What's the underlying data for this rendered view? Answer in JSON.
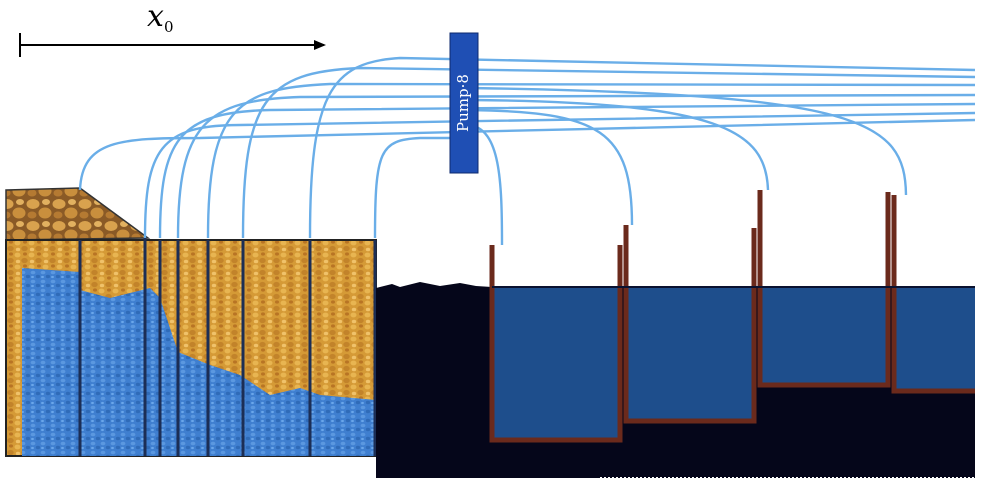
{
  "axis_arrow": {
    "symbol": "x",
    "subscript": "0"
  },
  "pump": {
    "label": "Pump·8"
  },
  "colors": {
    "sand": "#d59a36",
    "sand_dark": "#b87a1e",
    "water_in_sand": "#3f7fd0",
    "pool_water": "#1e4e8c",
    "ground_dark": "#05061a",
    "tank_wall": "#6b2a1c",
    "hose": "#6aaee8",
    "pump_fill": "#1f4fb4"
  }
}
